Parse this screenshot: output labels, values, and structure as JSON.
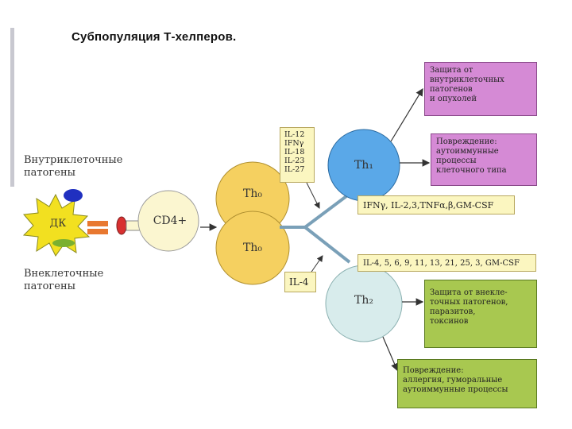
{
  "title": "Субпопуляция Т-хелперов.",
  "labels": {
    "intracellular": [
      "Внутриклеточные",
      "патогены"
    ],
    "extracellular": [
      "Внеклеточные",
      "патогены"
    ],
    "dc": "ДК",
    "cd4": "CD4+",
    "th0_top": "Th₀",
    "th0_bottom": "Th₀",
    "th1": "Th₁",
    "th2": "Th₂"
  },
  "cytokines_th1_inducing": [
    "IL-12",
    "IFNγ",
    "IL-18",
    "IL-23",
    "IL-27"
  ],
  "cytokine_th2_inducing": "IL-4",
  "th1_products": "IFNγ, IL-2,3,TNFα,β,GM-CSF",
  "th2_products": "IL-4, 5, 6, 9, 11, 13, 21, 25, 3, GM-CSF",
  "outcomes": {
    "th1_protection": [
      "Защита от",
      "внутриклеточных",
      "патогенов",
      "и опухолей"
    ],
    "th1_damage": [
      "Повреждение:",
      "аутоиммунные",
      "процессы",
      "клеточного типа"
    ],
    "th2_protection": [
      "Защита от внекле-",
      "точных патогенов,",
      "паразитов,",
      "токсинов"
    ],
    "th2_damage": [
      "Повреждение:",
      "аллергия, гуморальные",
      "аутоиммунные процессы"
    ]
  },
  "colors": {
    "dc_star": "#f2e020",
    "dc_blob_blue": "#2030c0",
    "dc_blob_green": "#7ab030",
    "receptor_orange": "#e87830",
    "receptor_red": "#d83030",
    "cd4_fill": "#fbf6d0",
    "th0_fill": "#f5d060",
    "th1_fill": "#5aa8e8",
    "th2_fill": "#d8ecec",
    "purple_box": "#d58ad5",
    "green_box": "#a8c850",
    "yellow_box": "#fbf6c0"
  }
}
